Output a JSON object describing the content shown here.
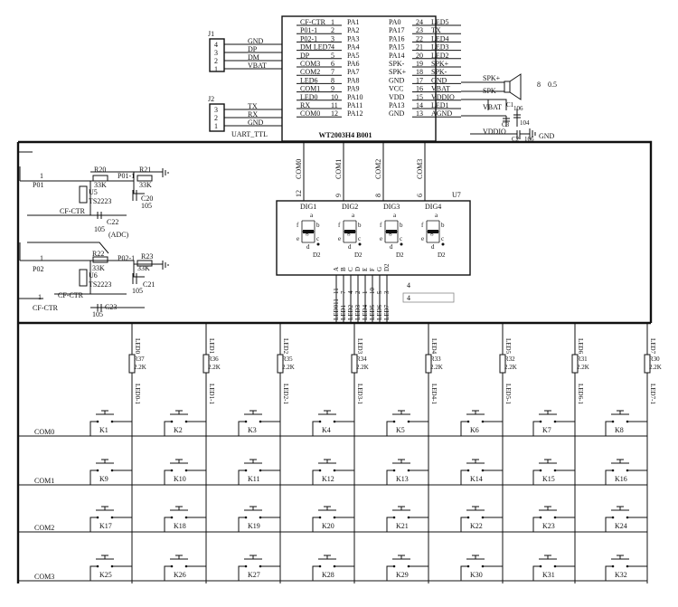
{
  "title": "WT2003H4 B001",
  "ic_left_pins": [
    {
      "label": "CF-CTR",
      "num": "1",
      "pin": "PA1"
    },
    {
      "label": "P01-1",
      "num": "2",
      "pin": "PA2"
    },
    {
      "label": "P02-1",
      "num": "3",
      "pin": "PA3"
    },
    {
      "label": "DM LED7",
      "num": "4",
      "pin": "PA4"
    },
    {
      "label": "DP",
      "num": "5",
      "pin": "PA5"
    },
    {
      "label": "COM3",
      "num": "6",
      "pin": "PA6"
    },
    {
      "label": "COM2",
      "num": "7",
      "pin": "PA7"
    },
    {
      "label": "LED6",
      "num": "8",
      "pin": "PA8"
    },
    {
      "label": "COM1",
      "num": "9",
      "pin": "PA9"
    },
    {
      "label": "LED0",
      "num": "10",
      "pin": "PA10"
    },
    {
      "label": "RX",
      "num": "11",
      "pin": "PA11"
    },
    {
      "label": "COM0",
      "num": "12",
      "pin": "PA12"
    }
  ],
  "ic_right_pins": [
    {
      "pin": "PA0",
      "num": "24",
      "label": "LED5"
    },
    {
      "pin": "PA17",
      "num": "23",
      "label": "TX"
    },
    {
      "pin": "PA16",
      "num": "22",
      "label": "LED4"
    },
    {
      "pin": "PA15",
      "num": "21",
      "label": "LED3"
    },
    {
      "pin": "PA14",
      "num": "20",
      "label": "LED2"
    },
    {
      "pin": "SPK-",
      "num": "19",
      "label": "SPK+"
    },
    {
      "pin": "SPK+",
      "num": "18",
      "label": "SPK-"
    },
    {
      "pin": "GND",
      "num": "17",
      "label": "GND"
    },
    {
      "pin": "VCC",
      "num": "16",
      "label": "VBAT"
    },
    {
      "pin": "VDD",
      "num": "15",
      "label": "VDDIO"
    },
    {
      "pin": "PA13",
      "num": "14",
      "label": "LED1"
    },
    {
      "pin": "GND",
      "num": "13",
      "label": "AGND"
    }
  ],
  "j1": {
    "ref": "J1",
    "nums": [
      "4",
      "3",
      "2",
      "1"
    ],
    "nets": [
      "GND",
      "DP",
      "DM",
      "VBAT"
    ]
  },
  "j2": {
    "ref": "J2",
    "nums": [
      "3",
      "2",
      "1"
    ],
    "nets": [
      "TX",
      "RX",
      "GND"
    ],
    "name": "UART_TTL"
  },
  "speaker": {
    "plus": "SPK+",
    "minus": "SPK-",
    "num": "8",
    "value": "0.5"
  },
  "power": {
    "vbat": "VBAT",
    "vddio": "VDDIO",
    "gnd": "GND",
    "c1": "C1",
    "c1_val": "106",
    "c3": "C3",
    "c3_val": "104",
    "c2": "C2",
    "c2_val": "106"
  },
  "bus_com": [
    {
      "net": "COM0",
      "pin": "12"
    },
    {
      "net": "COM1",
      "pin": "9"
    },
    {
      "net": "COM2",
      "pin": "8"
    },
    {
      "net": "COM3",
      "pin": "6"
    }
  ],
  "display": {
    "ref": "U7",
    "digits": [
      "DIG1",
      "DIG2",
      "DIG3",
      "DIG4"
    ],
    "seg_labels": [
      "a",
      "b",
      "c",
      "d",
      "e",
      "f",
      "g"
    ],
    "dp": "D2",
    "pin_letters": [
      "A",
      "B",
      "C",
      "D",
      "E",
      "F",
      "G",
      "D2"
    ],
    "pin_nums": [
      "11",
      "7",
      "4",
      "2",
      "1",
      "10",
      "5",
      "3"
    ],
    "leds": [
      "LED011",
      "LED1",
      "LED2",
      "LED3",
      "LED4",
      "LED5",
      "LED6",
      "LED7"
    ],
    "num_a": "4",
    "num_b": "4"
  },
  "ch1": {
    "p": "P01",
    "one": "1",
    "r20": "R20",
    "r20_val": "33K",
    "r21": "R21",
    "r21_val": "33K",
    "u": "U5",
    "u_val": "TS2223",
    "net": "P01-1",
    "c20": "C20",
    "c20_val": "105",
    "cfctr": "CF-CTR",
    "c22": "C22",
    "c22_val": "105",
    "adc": "(ADC)"
  },
  "ch2": {
    "p": "P02",
    "one": "1",
    "r22": "R22",
    "r22_val": "33K",
    "r23": "R23",
    "r23_val": "33K",
    "u": "U6",
    "u_val": "TS2223",
    "net": "P02-1",
    "c21": "C21",
    "c21_val": "105",
    "cfctr": "CF-CTR",
    "c23": "C23",
    "c23_val": "105",
    "one_b": "1",
    "cfctr2": "CF-CTR"
  },
  "columns": [
    {
      "led": "LED0",
      "r": "R37",
      "rv": "2.2K",
      "net": "LED0-1"
    },
    {
      "led": "LED1",
      "r": "R36",
      "rv": "2.2K",
      "net": "LED1-1"
    },
    {
      "led": "LED2",
      "r": "R35",
      "rv": "2.2K",
      "net": "LED2-1"
    },
    {
      "led": "LED3",
      "r": "R34",
      "rv": "2.2K",
      "net": "LED3-1"
    },
    {
      "led": "LED4",
      "r": "R33",
      "rv": "2.2K",
      "net": "LED4-1"
    },
    {
      "led": "LED5",
      "r": "R32",
      "rv": "2.2K",
      "net": "LED5-1"
    },
    {
      "led": "LED6",
      "r": "R31",
      "rv": "2.2K",
      "net": "LED6-1"
    },
    {
      "led": "LED7",
      "r": "R30",
      "rv": "2.2K",
      "net": "LED7-1"
    }
  ],
  "rows": [
    "COM0",
    "COM1",
    "COM2",
    "COM3"
  ],
  "keys": [
    [
      "K1",
      "K2",
      "K3",
      "K4",
      "K5",
      "K6",
      "K7",
      "K8"
    ],
    [
      "K9",
      "K10",
      "K11",
      "K12",
      "K13",
      "K14",
      "K15",
      "K16"
    ],
    [
      "K17",
      "K18",
      "K19",
      "K20",
      "K21",
      "K22",
      "K23",
      "K24"
    ],
    [
      "K25",
      "K26",
      "K27",
      "K28",
      "K29",
      "K30",
      "K31",
      "K32"
    ]
  ]
}
